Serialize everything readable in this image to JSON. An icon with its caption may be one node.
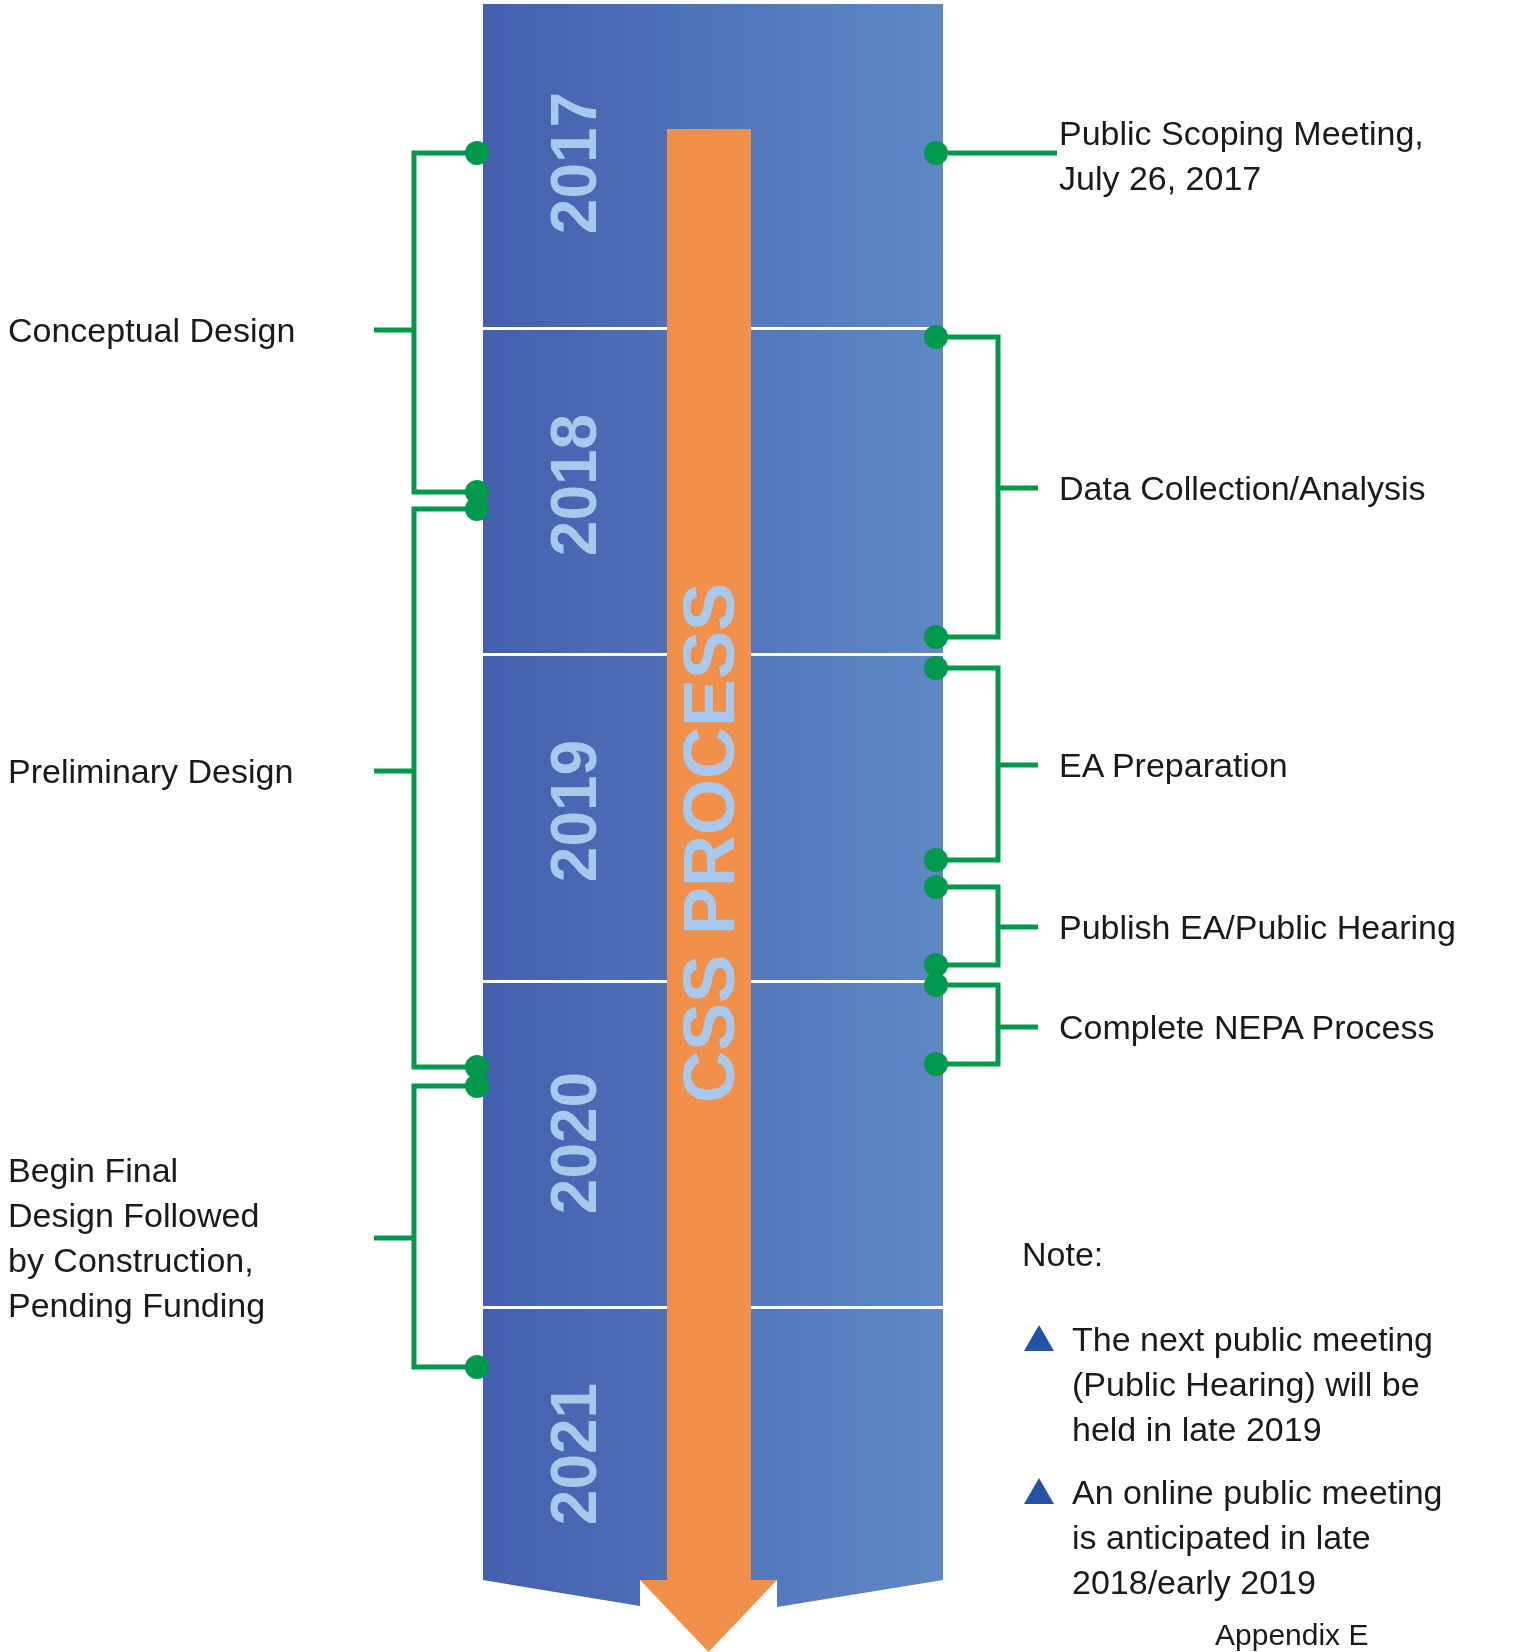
{
  "diagram": {
    "nodes": [
      {
        "text": [
          "2017"
        ]
      },
      {
        "text": [
          "2018"
        ]
      },
      {
        "text": [
          "2019"
        ]
      },
      {
        "text": [
          "2020"
        ]
      },
      {
        "text": [
          "2021"
        ]
      },
      {
        "text": [
          "CSS PROCESS"
        ]
      },
      {
        "text": [
          "Conceptual Design"
        ]
      },
      {
        "text": [
          "Preliminary Design"
        ]
      },
      {
        "text": [
          "Begin Final Design Followed by Construction, Pending Funding"
        ]
      },
      {
        "text": [
          "Public Scoping Meeting, July 26, 2017"
        ]
      },
      {
        "text": [
          "Data Collection/Analysis"
        ]
      },
      {
        "text": [
          "EA Preparation"
        ]
      },
      {
        "text": [
          "Publish EA/Public Hearing"
        ]
      },
      {
        "text": [
          "Complete NEPA Process"
        ]
      },
      {
        "text": [],
        "shape": "box"
      },
      {
        "text": [],
        "shape": "box"
      },
      {
        "text": [],
        "shape": "box"
      },
      {
        "text": [],
        "shape": "box"
      },
      {
        "text": [],
        "shape": "box"
      },
      {
        "text": [],
        "shape": "circle",
        "in": 14
      }
    ],
    "edges": [
      {
        "from": 9,
        "to": 19,
        "arrow": "none"
      }
    ],
    "labels": [
      "Note:",
      "The next public meeting (Public Hearing) will be held in late 2019",
      "An online public meeting is anticipated in late 2018/early 2019",
      "Appendix E"
    ]
  }
}
